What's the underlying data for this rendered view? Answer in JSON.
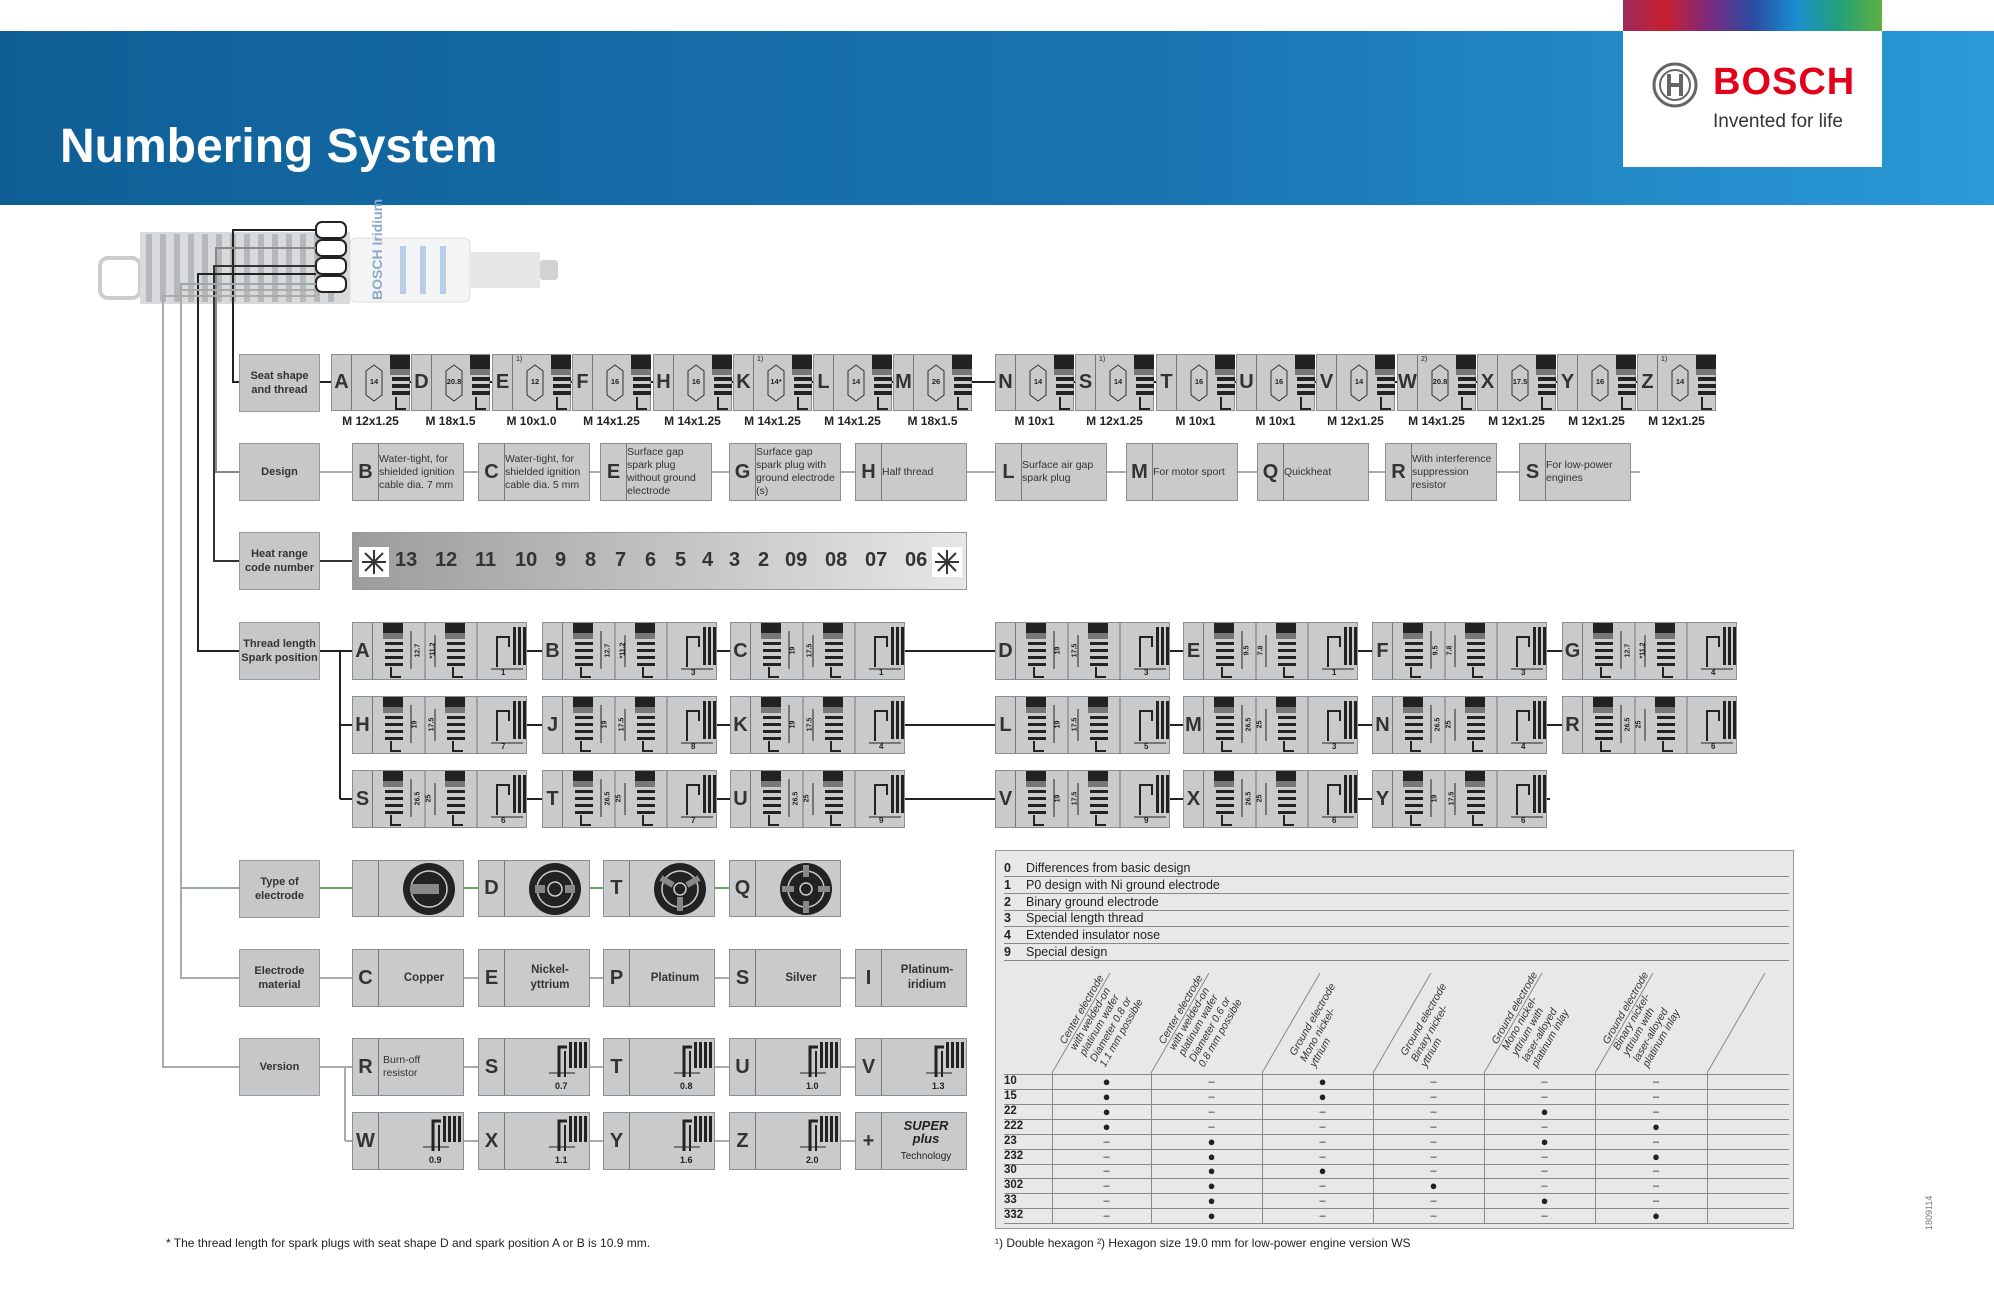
{
  "header": {
    "title": "Numbering System",
    "brand": "BOSCH",
    "tagline": "Invented for life",
    "accent": "#1a75b3",
    "brand_red": "#e2001a"
  },
  "plug_image": {
    "lettering": "BOSCH Iridium"
  },
  "seat": {
    "label": "Seat shape\nand thread",
    "items": [
      {
        "code": "A",
        "hex": "14",
        "thread": "M 12x1.25",
        "note": ""
      },
      {
        "code": "D",
        "hex": "20.8",
        "thread": "M 18x1.5",
        "note": ""
      },
      {
        "code": "E",
        "hex": "12",
        "thread": "M 10x1.0",
        "note": "1)"
      },
      {
        "code": "F",
        "hex": "16",
        "thread": "M 14x1.25",
        "note": ""
      },
      {
        "code": "H",
        "hex": "16",
        "thread": "M 14x1.25",
        "note": ""
      },
      {
        "code": "K",
        "hex": "14*",
        "thread": "M 14x1.25",
        "note": "1)"
      },
      {
        "code": "L",
        "hex": "14",
        "thread": "M 14x1.25",
        "note": ""
      },
      {
        "code": "M",
        "hex": "26",
        "thread": "M 18x1.5",
        "note": ""
      },
      {
        "code": "N",
        "hex": "14",
        "thread": "M 10x1",
        "note": ""
      },
      {
        "code": "S",
        "hex": "14",
        "thread": "M 12x1.25",
        "note": "1)"
      },
      {
        "code": "T",
        "hex": "16",
        "thread": "M 10x1",
        "note": ""
      },
      {
        "code": "U",
        "hex": "16",
        "thread": "M 10x1",
        "note": ""
      },
      {
        "code": "V",
        "hex": "14",
        "thread": "M 12x1.25",
        "note": ""
      },
      {
        "code": "W",
        "hex": "20.8",
        "thread": "M 14x1.25",
        "note": "2)"
      },
      {
        "code": "X",
        "hex": "17.5",
        "thread": "M 12x1.25",
        "note": ""
      },
      {
        "code": "Y",
        "hex": "16",
        "thread": "M 12x1.25",
        "note": ""
      },
      {
        "code": "Z",
        "hex": "14",
        "thread": "M 12x1.25",
        "note": "1)"
      }
    ]
  },
  "design": {
    "label": "Design",
    "items": [
      {
        "code": "B",
        "text": "Water-tight, for shielded ignition cable dia. 7 mm"
      },
      {
        "code": "C",
        "text": "Water-tight, for shielded ignition cable dia. 5 mm"
      },
      {
        "code": "E",
        "text": "Surface gap spark plug without ground electrode"
      },
      {
        "code": "G",
        "text": "Surface gap spark plug with ground electrode (s)"
      },
      {
        "code": "H",
        "text": "Half thread"
      },
      {
        "code": "L",
        "text": "Surface air gap spark plug"
      },
      {
        "code": "M",
        "text": "For motor sport"
      },
      {
        "code": "Q",
        "text": "Quickheat"
      },
      {
        "code": "R",
        "text": "With interference suppression resistor"
      },
      {
        "code": "S",
        "text": "For low-power engines"
      }
    ]
  },
  "heat_range": {
    "label": "Heat range\ncode number",
    "codes": [
      "13",
      "12",
      "11",
      "10",
      "9",
      "8",
      "7",
      "6",
      "5",
      "4",
      "3",
      "2",
      "09",
      "08",
      "07",
      "06"
    ],
    "end_icon": "asterisk-icon"
  },
  "thread_length": {
    "label": "Thread length\nSpark position",
    "items": [
      {
        "code": "A",
        "length": "12.7",
        "alt": "*11.2",
        "position": "1"
      },
      {
        "code": "B",
        "length": "12.7",
        "alt": "*11.2",
        "position": "3"
      },
      {
        "code": "C",
        "length": "19",
        "alt": "17.5",
        "position": "1"
      },
      {
        "code": "D",
        "length": "19",
        "alt": "17.5",
        "position": "3"
      },
      {
        "code": "E",
        "length": "9.5",
        "alt": "7.8",
        "position": "1"
      },
      {
        "code": "F",
        "length": "9.5",
        "alt": "7.8",
        "position": "3"
      },
      {
        "code": "G",
        "length": "12.7",
        "alt": "*11.2",
        "position": "4"
      },
      {
        "code": "H",
        "length": "19",
        "alt": "17.5",
        "position": "7"
      },
      {
        "code": "J",
        "length": "19",
        "alt": "17.5",
        "position": "8"
      },
      {
        "code": "K",
        "length": "19",
        "alt": "17.5",
        "position": "4"
      },
      {
        "code": "L",
        "length": "19",
        "alt": "17.5",
        "position": "5"
      },
      {
        "code": "M",
        "length": "26.5",
        "alt": "25",
        "position": "3"
      },
      {
        "code": "N",
        "length": "26.5",
        "alt": "25",
        "position": "4"
      },
      {
        "code": "R",
        "length": "26.5",
        "alt": "25",
        "position": "6"
      },
      {
        "code": "S",
        "length": "26.5",
        "alt": "25",
        "position": "6"
      },
      {
        "code": "T",
        "length": "26.5",
        "alt": "25",
        "position": "7"
      },
      {
        "code": "U",
        "length": "26.5",
        "alt": "25",
        "position": "9"
      },
      {
        "code": "V",
        "length": "19",
        "alt": "17.5",
        "position": "9"
      },
      {
        "code": "X",
        "length": "26.5",
        "alt": "25",
        "position": "6"
      },
      {
        "code": "Y",
        "length": "19",
        "alt": "17.5",
        "position": "6"
      }
    ]
  },
  "electrode_type": {
    "label": "Type of\nelectrode",
    "items": [
      {
        "code": "",
        "icon": "single-ground-electrode-icon"
      },
      {
        "code": "D",
        "icon": "double-ground-electrode-icon"
      },
      {
        "code": "T",
        "icon": "triple-ground-electrode-icon"
      },
      {
        "code": "Q",
        "icon": "quad-ground-electrode-icon"
      }
    ]
  },
  "electrode_material": {
    "label": "Electrode\nmaterial",
    "items": [
      {
        "code": "C",
        "text": "Copper"
      },
      {
        "code": "E",
        "text": "Nickel-\nyttrium"
      },
      {
        "code": "P",
        "text": "Platinum"
      },
      {
        "code": "S",
        "text": "Silver"
      },
      {
        "code": "I",
        "text": "Platinum-\niridium"
      }
    ]
  },
  "version": {
    "label": "Version",
    "items": [
      {
        "code": "R",
        "text": "Burn-off resistor"
      },
      {
        "code": "S",
        "gap": "0.7"
      },
      {
        "code": "T",
        "gap": "0.8"
      },
      {
        "code": "U",
        "gap": "1.0"
      },
      {
        "code": "V",
        "gap": "1.3"
      },
      {
        "code": "W",
        "gap": "0.9"
      },
      {
        "code": "X",
        "gap": "1.1"
      },
      {
        "code": "Y",
        "gap": "1.6"
      },
      {
        "code": "Z",
        "gap": "2.0"
      },
      {
        "code": "+",
        "super": "SUPER\nplus",
        "tech": "Technology"
      }
    ]
  },
  "table": {
    "legend": [
      {
        "k": "0",
        "t": "Differences from basic design"
      },
      {
        "k": "1",
        "t": "P0 design with Ni ground electrode"
      },
      {
        "k": "2",
        "t": "Binary ground electrode"
      },
      {
        "k": "3",
        "t": "Special length thread"
      },
      {
        "k": "4",
        "t": "Extended insulator nose"
      },
      {
        "k": "9",
        "t": "Special design"
      }
    ],
    "columns": [
      "Center electrode\nwith welded-on\nplatinum wafer\nDiameter 0.8 or\n1.1 mm possible",
      "Center electrode\nwith welded-on\nplatinum wafer\nDiameter 0.6 or\n0.8 mm possible",
      "Ground electrode\nMono nickel-\nyttrium",
      "Ground electrode\nBinary nickel-\nyttrium",
      "Ground electrode\nMono nickel-\nyttrium with\nlaser-alloyed\nplatinum inlay",
      "Ground electrode\nBinary nickel-\nyttrium with\nlaser-alloyed\nplatinum inlay"
    ],
    "rows": [
      {
        "code": "10",
        "v": [
          "●",
          "–",
          "●",
          "–",
          "–",
          "–"
        ]
      },
      {
        "code": "15",
        "v": [
          "●",
          "–",
          "●",
          "–",
          "–",
          "–"
        ]
      },
      {
        "code": "22",
        "v": [
          "●",
          "–",
          "–",
          "–",
          "●",
          "–"
        ]
      },
      {
        "code": "222",
        "v": [
          "●",
          "–",
          "–",
          "–",
          "–",
          "●"
        ]
      },
      {
        "code": "23",
        "v": [
          "–",
          "●",
          "–",
          "–",
          "●",
          "–"
        ]
      },
      {
        "code": "232",
        "v": [
          "–",
          "●",
          "–",
          "–",
          "–",
          "●"
        ]
      },
      {
        "code": "30",
        "v": [
          "–",
          "●",
          "●",
          "–",
          "–",
          "–"
        ]
      },
      {
        "code": "302",
        "v": [
          "–",
          "●",
          "–",
          "●",
          "–",
          "–"
        ]
      },
      {
        "code": "33",
        "v": [
          "–",
          "●",
          "–",
          "–",
          "●",
          "–"
        ]
      },
      {
        "code": "332",
        "v": [
          "–",
          "●",
          "–",
          "–",
          "–",
          "●"
        ]
      }
    ]
  },
  "footnotes": {
    "left": "* The thread length for spark plugs with seat shape D and spark position A or B is 10.9 mm.",
    "right": "¹) Double hexagon  ²) Hexagon size 19.0 mm for low-power engine version WS",
    "doc_number": "1809114"
  }
}
